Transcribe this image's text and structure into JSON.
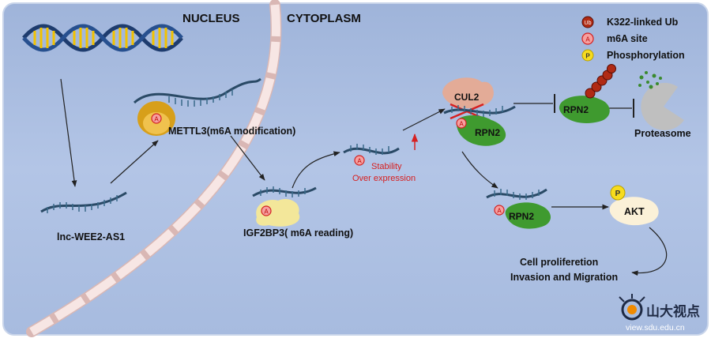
{
  "regions": {
    "nucleus": "NUCLEUS",
    "cytoplasm": "CYTOPLASM"
  },
  "legend": {
    "ub_symbol": "Ub",
    "ub_label": "K322-linked Ub",
    "m6a_symbol": "A",
    "m6a_label": "m6A site",
    "phospho_symbol": "P",
    "phospho_label": "Phosphorylation"
  },
  "labels": {
    "lnc": "lnc-WEE2-AS1",
    "mettl3": "METTL3(m6A modification)",
    "igf2bp3": "IGF2BP3( m6A reading)",
    "stability": "Stability",
    "over_expression": "Over expression",
    "cul2": "CUL2",
    "rpn2_top": "RPN2",
    "rpn2_inhib": "RPN2",
    "rpn2_bottom": "RPN2",
    "proteasome": "Proteasome",
    "akt": "AKT",
    "akt_p": "P",
    "cell1": "Cell proliferetion",
    "cell2": "Invasion and Migration",
    "m6a_mark": "A"
  },
  "watermark": {
    "cn": "山大视点",
    "url": "view.sdu.edu.cn"
  },
  "colors": {
    "background": "#a9bde0",
    "membrane": "#f7e6e4",
    "rna": "#2a4a66",
    "rpn2": "#3f9a2f",
    "igf2bp3": "#f3e79a",
    "akt": "#fbf1d8",
    "cul2": "#e3ab97",
    "m6a": "#e23a3a",
    "ub": "#b02a14",
    "phospho": "#f7dc1e",
    "stability": "#d62020"
  }
}
